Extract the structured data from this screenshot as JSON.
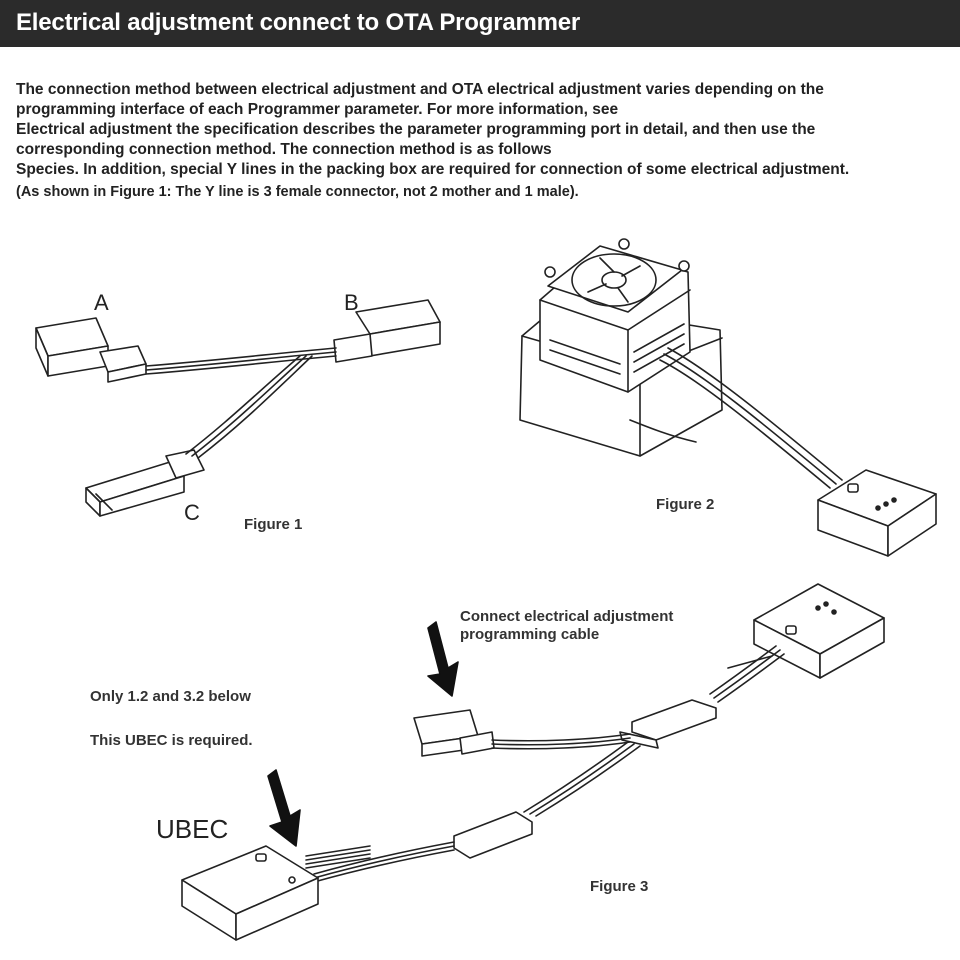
{
  "header": {
    "title": "Electrical adjustment connect to OTA Programmer"
  },
  "intro": {
    "lines": [
      "The connection method between electrical adjustment and OTA electrical adjustment varies depending on the",
      "programming interface of each Programmer parameter. For more information, see",
      "Electrical adjustment the specification describes the parameter programming port in detail, and then use the",
      "corresponding connection method. The connection method is as follows",
      "Species. In addition, special Y lines in the packing box are required for connection of some electrical adjustment."
    ],
    "note": "(As shown in Figure 1: The Y line is 3 female connector, not 2 mother and 1 male)."
  },
  "figure1": {
    "caption": "Figure 1",
    "label_a": "A",
    "label_b": "B",
    "label_c": "C"
  },
  "figure2": {
    "caption": "Figure 2"
  },
  "figure3": {
    "caption": "Figure 3",
    "cable_note_line1": "Connect electrical adjustment",
    "cable_note_line2": "programming cable",
    "ubec_note_line1": "Only 1.2 and 3.2 below",
    "ubec_note_line2": "This UBEC is required.",
    "ubec_label": "UBEC"
  },
  "colors": {
    "title_bar": "#2b2b2b",
    "title_text": "#ffffff",
    "line_art": "#222222"
  },
  "icons": [
    "arrow-down-icon",
    "cooling-fan-icon"
  ]
}
